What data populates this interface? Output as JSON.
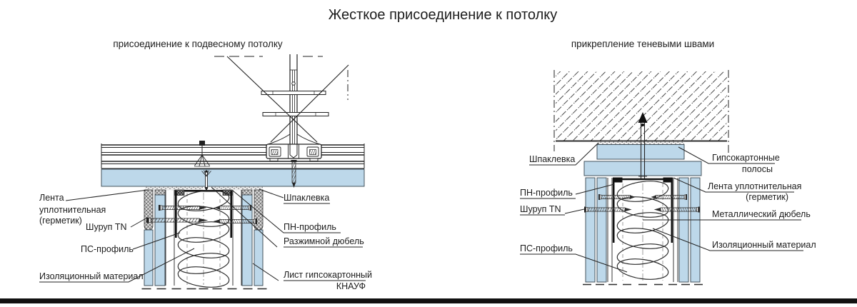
{
  "title": "Жесткое присоединение к потолку",
  "left": {
    "subtitle": "присоединение к подвесному потолку",
    "labels": {
      "lenta1": "Лента",
      "lenta2": "уплотнительная",
      "lenta3": "(герметик)",
      "shurup": "Шуруп TN",
      "ps": "ПС-профиль",
      "izol": "Изоляционный материал",
      "shpaklevka": "Шпаклевка",
      "pn": "ПН-профиль",
      "dyubel": "Разжимной дюбель",
      "list1": "Лист гипсокартонный",
      "list2": "КНАУФ"
    }
  },
  "right": {
    "subtitle": "прикрепление теневыми швами",
    "labels": {
      "shpaklevka": "Шпаклевка",
      "pn": "ПН-профиль",
      "shurup": "Шуруп TN",
      "ps": "ПС-профиль",
      "gips1": "Гипсокартонные",
      "gips2": "полосы",
      "lenta1": "Лента уплотнительная",
      "lenta2": "(герметик)",
      "metal": "Металлический дюбель",
      "izol": "Изоляционный материал"
    }
  },
  "colors": {
    "board_blue": "#bdd8ea",
    "line": "#1c1c1c",
    "footer_bar": "#111111"
  }
}
